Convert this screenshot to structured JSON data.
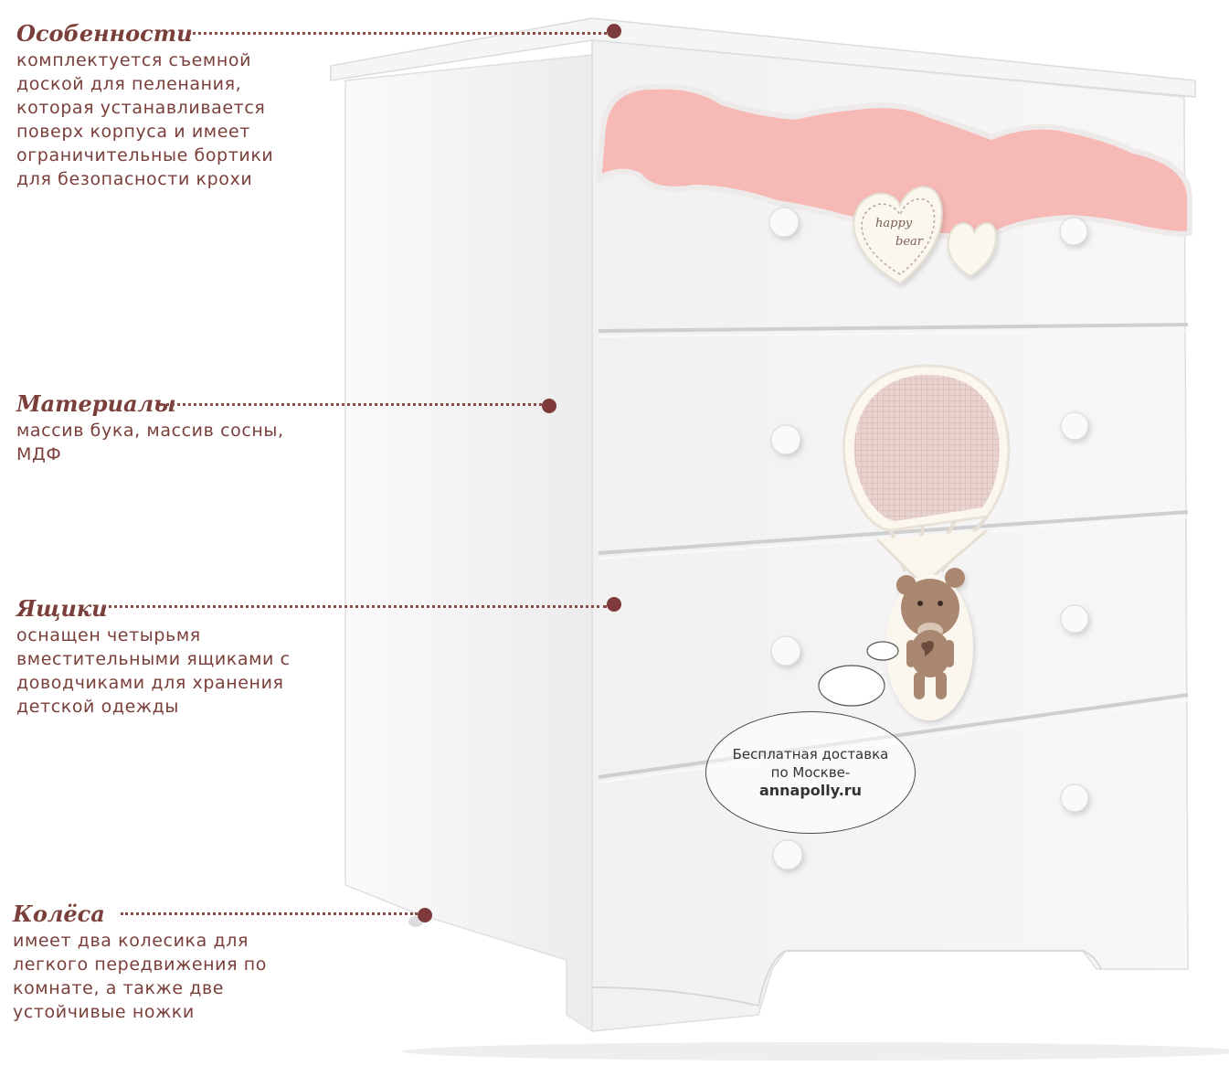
{
  "callouts": [
    {
      "title": "Особенности",
      "lines": [
        "комплектуется съемной",
        "доской для пеленания,",
        "которая устанавливается",
        "поверх корпуса и имеет",
        "ограничительные бортики",
        "для безопасности крохи"
      ]
    },
    {
      "title": "Материалы",
      "lines": [
        "массив бука, массив сосны,",
        "МДФ"
      ]
    },
    {
      "title": "Ящики",
      "lines": [
        "оснащен четырьмя",
        "вместительными ящиками с",
        "доводчиками для хранения",
        "детской одежды"
      ]
    },
    {
      "title": "Колёса",
      "lines": [
        "имеет два колесика для",
        "легкого передвижения по",
        "комнате, а также две",
        "устойчивые ножки"
      ]
    }
  ],
  "promo": {
    "line1": "Бесплатная доставка",
    "line2": "по Москве-",
    "site": "annapolly.ru"
  },
  "decor": {
    "heart_text_1": "happy",
    "heart_text_2": "bear"
  },
  "colors": {
    "accent_text": "#7a3f3a",
    "dot": "#7e3a3a",
    "cloud_pink": "#f7b9b5",
    "dresser_white": "#f4f4f4"
  }
}
